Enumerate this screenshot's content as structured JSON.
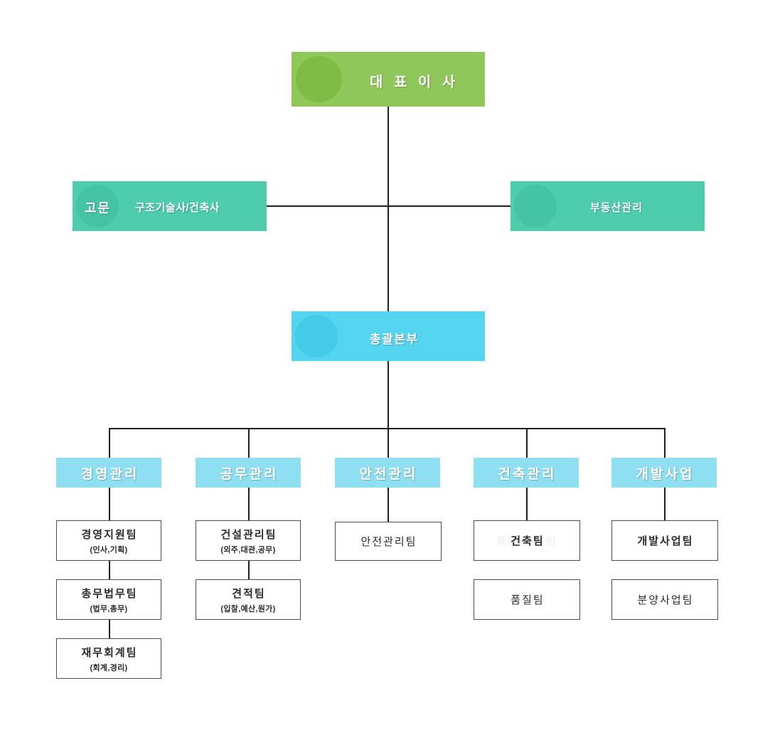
{
  "colors": {
    "green": "#8FC75B",
    "green_dark": "#7FBB45",
    "teal": "#4DCDAC",
    "teal_dark": "#45C4A3",
    "cyan": "#55D4EF",
    "cyan_dark": "#44CBE8",
    "dept_blue": "#8DDFF1",
    "line": "#231f20",
    "box_border": "#4d4d4d"
  },
  "nodes": {
    "ceo": {
      "bar_label": "대 표 이 사",
      "knob_label": ""
    },
    "advisor": {
      "knob_label": "고문",
      "bar_label": "구조기술사/건축사"
    },
    "real_estate": {
      "bar_label": "부동산관리",
      "knob_label": ""
    },
    "headquarters": {
      "bar_label": "총괄본부",
      "knob_label": ""
    }
  },
  "departments": [
    {
      "label": "경영관리",
      "teams": [
        {
          "name": "경영지원팀",
          "sub": "(인사,기획)",
          "bold": true,
          "ghost": ""
        },
        {
          "name": "총무법무팀",
          "sub": "(법무,총무)",
          "bold": true,
          "ghost": ""
        },
        {
          "name": "재무회계팀",
          "sub": "(회계,경리)",
          "bold": true,
          "ghost": ""
        }
      ]
    },
    {
      "label": "공무관리",
      "teams": [
        {
          "name": "건설관리팀",
          "sub": "(외주,대관,공무)",
          "bold": true,
          "ghost": ""
        },
        {
          "name": "견적팀",
          "sub": "(입찰,예산,원가)",
          "bold": true,
          "ghost": ""
        }
      ]
    },
    {
      "label": "안전관리",
      "teams": [
        {
          "name": "안전관리팀",
          "sub": "",
          "bold": false,
          "ghost": ""
        }
      ]
    },
    {
      "label": "건축관리",
      "teams": [
        {
          "name": "건축팀",
          "sub": "",
          "bold": true,
          "ghost": "품질관리 팀"
        },
        {
          "name": "품질팀",
          "sub": "",
          "bold": false,
          "ghost": ""
        }
      ]
    },
    {
      "label": "개발사업",
      "teams": [
        {
          "name": "개발사업팀",
          "sub": "",
          "bold": true,
          "ghost": ""
        },
        {
          "name": "분양사업팀",
          "sub": "",
          "bold": false,
          "ghost": ""
        }
      ]
    }
  ]
}
